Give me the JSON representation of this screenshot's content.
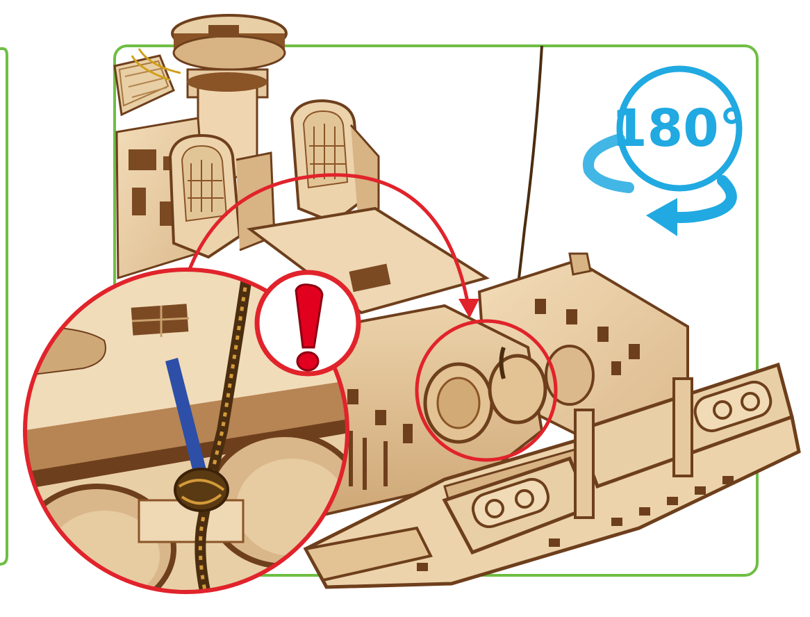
{
  "rotation": {
    "label": "180°",
    "color": "#21a9e1",
    "icon": "rotate-arrow-icon"
  },
  "warning": {
    "icon": "exclamation-icon",
    "color": "#e1001e"
  },
  "colors": {
    "frame_border": "#6fbe44",
    "callout_red": "#e1232b",
    "wood_light": "#e9cfa6",
    "wood_mid": "#d8b384",
    "wood_dark": "#6e3f1c",
    "rope": "#5a3a12",
    "pin_blue": "#2d4fa8"
  },
  "illustration": {
    "subject": "wooden-model-assembly",
    "callout": "knot-detail-zoom"
  }
}
